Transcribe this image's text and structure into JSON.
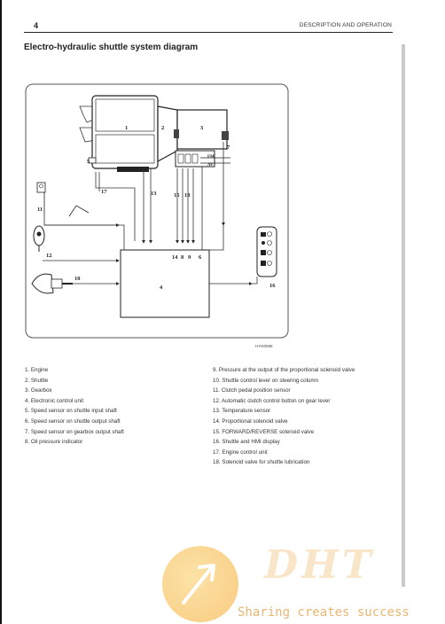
{
  "header": {
    "page_number": "4",
    "section": "DESCRIPTION AND OPERATION"
  },
  "title": "Electro-hydraulic shuttle system diagram",
  "diagram": {
    "labels": {
      "n1": "1",
      "n2": "2",
      "n3": "3",
      "n4": "4",
      "n5": "5",
      "n6": "6",
      "n7": "7",
      "n8": "8",
      "n9": "9",
      "n10": "10",
      "n11": "11",
      "n12": "12",
      "n13": "13",
      "n14": "14",
      "n15": "15",
      "n16": "16",
      "n17": "17",
      "n18": "18",
      "fm": "FM",
      "av": "AV"
    },
    "code": "HYD0095"
  },
  "legend_left": [
    "1.  Engine",
    "2.  Shuttle",
    "3.  Gearbox",
    "4.  Electronic control unit",
    "5.  Speed sensor on shuttle input shaft",
    "6.  Speed sensor on shuttle output shaft",
    "7.  Speed sensor on gearbox output shaft",
    "8.  Oil pressure indicator"
  ],
  "legend_right": [
    "9.  Pressure at the output of the proportional solenoid valve",
    "10. Shuttle control lever on steering column",
    "11. Clutch pedal position sensor",
    "12. Automatic clutch control button on gear lever",
    "13. Temperature sensor",
    "14. Proportional solenoid valve",
    "15. FORWARD/REVERSE solenoid valve",
    "16. Shuttle and HMI display",
    "17. Engine control unit",
    "18. Solenoid valve for shuttle lubrication"
  ],
  "watermark": {
    "logo_text": "DHT",
    "tagline": "Sharing creates success"
  }
}
